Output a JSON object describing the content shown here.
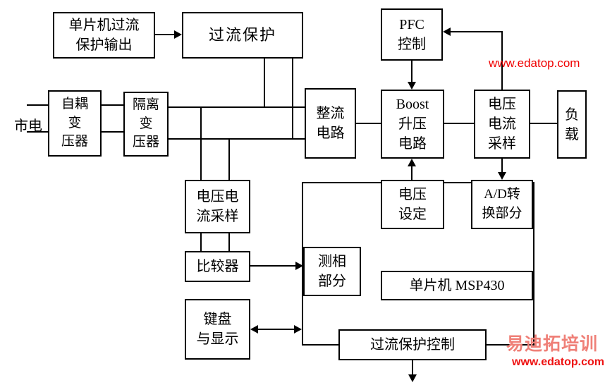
{
  "diagram": {
    "blocks": {
      "mcu_oc_output": "单片机过流\n保护输出",
      "oc_protection": "过流保护",
      "pfc_control": "PFC\n控制",
      "mains": "市电",
      "auto_transformer": "自耦\n变\n压器",
      "isolation_transformer": "隔离\n变\n压器",
      "rectifier": "整流\n电路",
      "boost": "Boost\n升压\n电路",
      "vi_sampling_top": "电压\n电流\n采样",
      "load": "负\n载",
      "vi_sampling_bottom": "电压电\n流采样",
      "voltage_setting": "电压\n设定",
      "ad_conversion": "A/D转\n换部分",
      "comparator": "比较器",
      "phase_measurement": "测相\n部分",
      "mcu": "单片机 MSP430",
      "keyboard_display": "键盘\n与显示",
      "oc_protection_control": "过流保护控制"
    },
    "watermarks": {
      "top_right": "www.edatop.com",
      "brand": "易迪拓培训",
      "bottom_right": "www.edatop.com"
    },
    "colors": {
      "line": "#000000",
      "watermark_red": "#ee1111",
      "brand_pink": "#ef8078",
      "background": "#ffffff"
    }
  }
}
